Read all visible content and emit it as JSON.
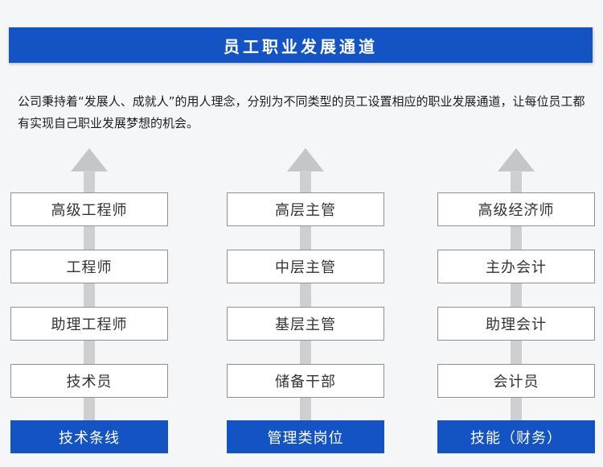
{
  "colors": {
    "primary_blue": "#1453c4",
    "arrow_gray": "#c9cacc",
    "box_border": "#8f9193",
    "page_background": "#f5f6f7",
    "box_text": "#333333"
  },
  "header": {
    "title": "员工职业发展通道"
  },
  "intro": {
    "text": "公司秉持着“发展人、成就人”的用人理念，分别为不同类型的员工设置相应的职业发展通道，让每位员工都有实现自己职业发展梦想的机会。"
  },
  "columns": [
    {
      "levels": [
        "高级工程师",
        "工程师",
        "助理工程师",
        "技术员"
      ],
      "base_label": "技术条线"
    },
    {
      "levels": [
        "高层主管",
        "中层主管",
        "基层主管",
        "储备干部"
      ],
      "base_label": "管理类岗位"
    },
    {
      "levels": [
        "高级经济师",
        "主办会计",
        "助理会计",
        "会计员"
      ],
      "base_label": "技能（财务）"
    }
  ]
}
